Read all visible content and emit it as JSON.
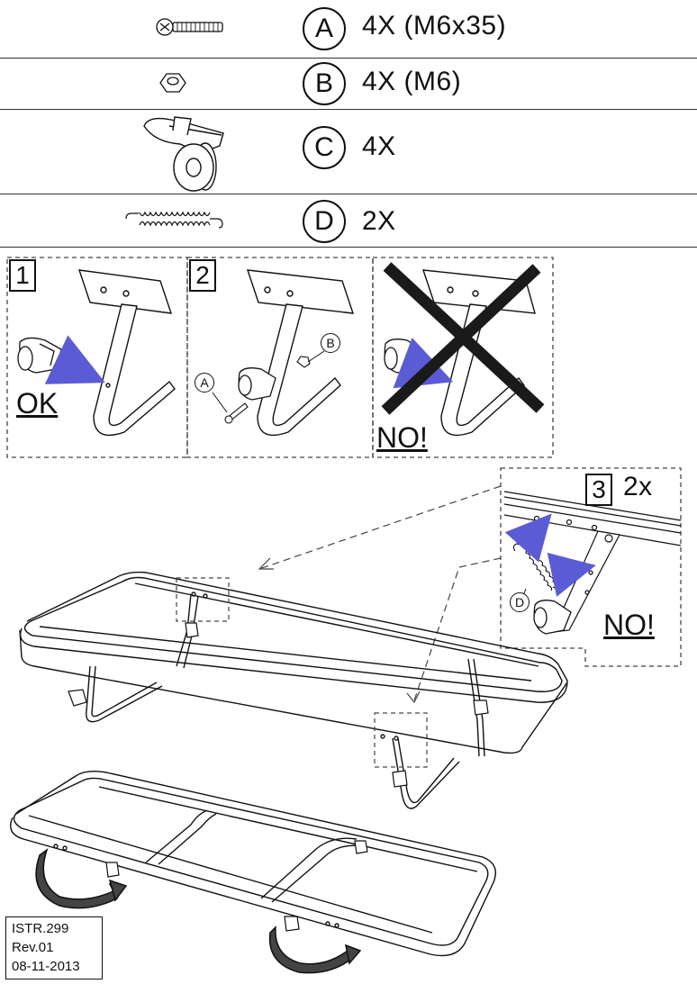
{
  "parts": [
    {
      "letter": "A",
      "qty": "4X (M6x35)",
      "icon": "bolt-icon"
    },
    {
      "letter": "B",
      "qty": "4X (M6)",
      "icon": "nut-icon"
    },
    {
      "letter": "C",
      "qty": "4X",
      "icon": "caster-clip-icon"
    },
    {
      "letter": "D",
      "qty": "2X",
      "icon": "spring-icon"
    }
  ],
  "steps": {
    "step1": {
      "number": "1",
      "verdict": "OK"
    },
    "step2": {
      "number": "2",
      "labels": [
        "A",
        "B"
      ]
    },
    "step_wrong": {
      "verdict": "NO!"
    },
    "step3": {
      "number": "3",
      "qty": "2x",
      "label": "D",
      "verdict": "NO!"
    }
  },
  "doc_info": {
    "code": "ISTR.299",
    "revision": "Rev.01",
    "date": "08-11-2013"
  },
  "colors": {
    "line": "#111111",
    "arrow_fill": "#5b5bd6",
    "cross": "#1a1a1a"
  }
}
